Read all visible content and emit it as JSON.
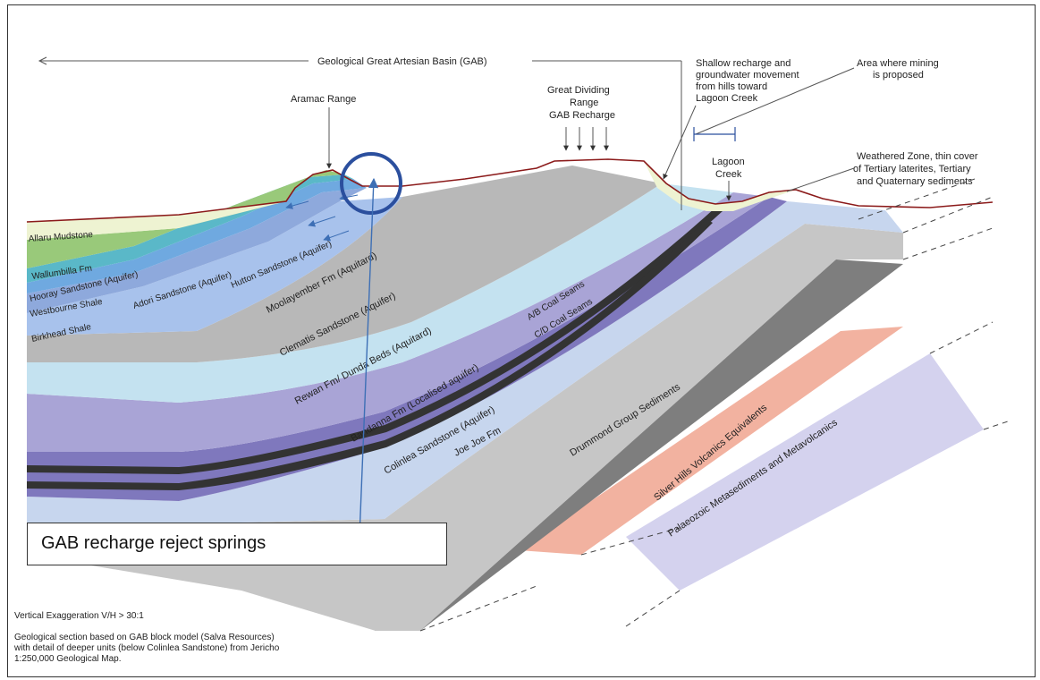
{
  "title": "Geological Great Artesian Basin (GAB)",
  "labels": {
    "aramac": "Aramac Range",
    "gdr_1": "Great Dividing",
    "gdr_2": "Range",
    "gdr_3": "GAB Recharge",
    "shallow_1": "Shallow recharge and",
    "shallow_2": "groundwater movement",
    "shallow_3": "from hills toward",
    "shallow_4": "Lagoon Creek",
    "mining_1": "Area where mining",
    "mining_2": "is proposed",
    "lagoon_1": "Lagoon",
    "lagoon_2": "Creek",
    "weathered_1": "Weathered Zone, thin cover",
    "weathered_2": "of Tertiary laterites, Tertiary",
    "weathered_3": "and Quaternary sediments"
  },
  "formations": {
    "allaru": "Allaru Mudstone",
    "wallumbilla": "Wallumbilla Fm",
    "hooray": "Hooray Sandstone (Aquifer)",
    "westbourne": "Westbourne Shale",
    "adori": "Adori Sandstone (Aquifer)",
    "birkhead": "Birkhead Shale",
    "hutton": "Hutton Sandstone (Aquifer)",
    "moolayember": "Moolayember Fm (Aquitard)",
    "clematis": "Clematis Sandstone (Aquifer)",
    "rewan": "Rewan Fm/ Dunda Beds (Aquitard)",
    "ab_coal": "A/B Coal Seams",
    "cd_coal": "C/D Coal Seams",
    "bandanna": "Bandanna Fm (Localised aquifer)",
    "colinlea": "Colinlea Sandstone (Aquifer)",
    "joejoe": "Joe Joe Fm",
    "drummond": "Drummond Group Sediments",
    "silverhills": "Silver Hills Volcanics Equivalents",
    "palaeozoic": "Palaeozoic Metasediments and Metavolcanics"
  },
  "callout": "GAB recharge reject springs",
  "notes": {
    "exaggeration": "Vertical Exaggeration V/H > 30:1",
    "source_1": "Geological section based on GAB block model (Salva Resources)",
    "source_2": "with detail of deeper units (below Colinlea Sandstone) from Jericho",
    "source_3": "1:250,000 Geological Map."
  },
  "colors": {
    "allaru": "#eef3d2",
    "wallumbilla": "#99c97a",
    "hooray": "#5ab8c8",
    "adori": "#6fa9e0",
    "birkhead": "#8ea9dc",
    "hutton": "#a8c2ec",
    "moolayember": "#b8b8b8",
    "clematis": "#c4e2f0",
    "rewan": "#a9a4d6",
    "bandanna": "#7f78bd",
    "coal": "#333333",
    "colinlea": "#c7d6ee",
    "joejoe": "#c6c6c6",
    "drummond": "#7e7e7e",
    "silverhills": "#f2b2a0",
    "palaeozoic": "#d4d2ee",
    "surface": "#8b1a1a",
    "circle": "#2b4f9e",
    "arrow": "#3d6fb5"
  }
}
